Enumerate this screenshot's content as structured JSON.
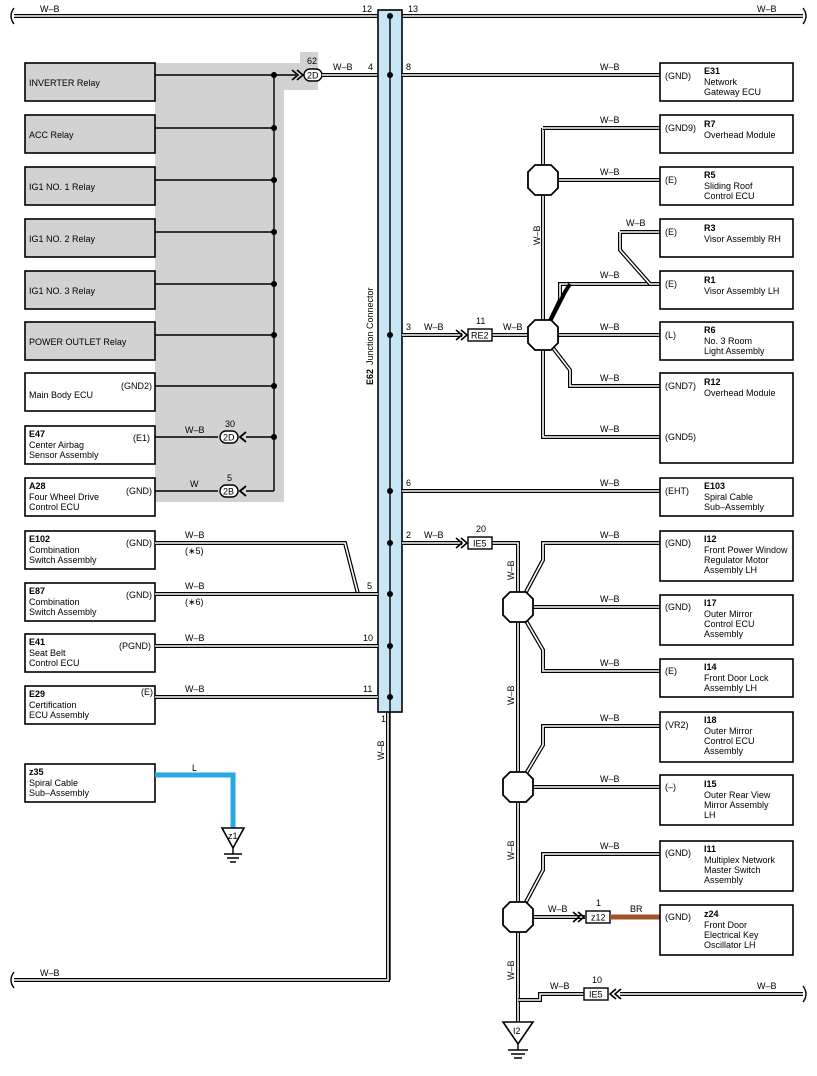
{
  "junction": {
    "id": "E62",
    "name": "Junction Connector"
  },
  "left_components": [
    {
      "label": "INVERTER Relay"
    },
    {
      "label": "ACC Relay"
    },
    {
      "label": "IG1 NO. 1 Relay"
    },
    {
      "label": "IG1 NO. 2 Relay"
    },
    {
      "label": "IG1 NO. 3 Relay"
    },
    {
      "label": "POWER OUTLET Relay"
    },
    {
      "label": "Main Body ECU",
      "pin": "(GND2)"
    },
    {
      "id": "E47",
      "l1": "Center Airbag",
      "l2": "Sensor Assembly",
      "pin": "(E1)"
    },
    {
      "id": "A28",
      "l1": "Four Wheel Drive",
      "l2": "Control ECU",
      "pin": "(GND)"
    },
    {
      "id": "E102",
      "l1": "Combination",
      "l2": "Switch Assembly",
      "pin": "(GND)"
    },
    {
      "id": "E87",
      "l1": "Combination",
      "l2": "Switch Assembly",
      "pin": "(GND)"
    },
    {
      "id": "E41",
      "l1": "Seat Belt",
      "l2": "Control ECU",
      "pin": "(PGND)"
    },
    {
      "id": "E29",
      "l1": "Certification",
      "l2": "ECU Assembly",
      "pin": "(E)"
    },
    {
      "id": "z35",
      "l1": "Spiral Cable",
      "l2": "Sub–Assembly"
    }
  ],
  "right_components": [
    {
      "id": "E31",
      "pin": "(GND)",
      "l1": "Network",
      "l2": "Gateway ECU",
      "l3": ""
    },
    {
      "id": "R7",
      "pin": "(GND9)",
      "l1": "Overhead Module",
      "l2": "",
      "l3": ""
    },
    {
      "id": "R5",
      "pin": "(E)",
      "l1": "Sliding Roof",
      "l2": "Control ECU",
      "l3": ""
    },
    {
      "id": "R3",
      "pin": "(E)",
      "l1": "Visor Assembly RH",
      "l2": "",
      "l3": ""
    },
    {
      "id": "R1",
      "pin": "(E)",
      "l1": "Visor Assembly LH",
      "l2": "",
      "l3": ""
    },
    {
      "id": "R6",
      "pin": "(L)",
      "l1": "No. 3 Room",
      "l2": "Light Assembly",
      "l3": ""
    },
    {
      "id": "R12",
      "pin": "(GND7)",
      "pin2": "(GND5)",
      "l1": "Overhead Module",
      "l2": "",
      "l3": ""
    },
    {
      "id": "E103",
      "pin": "(EHT)",
      "l1": "Spiral Cable",
      "l2": "Sub–Assembly",
      "l3": ""
    },
    {
      "id": "I12",
      "pin": "(GND)",
      "l1": "Front Power Window",
      "l2": "Regulator Motor",
      "l3": "Assembly LH"
    },
    {
      "id": "I17",
      "pin": "(GND)",
      "l1": "Outer Mirror",
      "l2": "Control ECU",
      "l3": "Assembly"
    },
    {
      "id": "I14",
      "pin": "(E)",
      "l1": "Front Door Lock",
      "l2": "Assembly LH",
      "l3": ""
    },
    {
      "id": "I18",
      "pin": "(VR2)",
      "l1": "Outer Mirror",
      "l2": "Control ECU",
      "l3": "Assembly"
    },
    {
      "id": "I15",
      "pin": "(–)",
      "l1": "Outer Rear View",
      "l2": "Mirror Assembly",
      "l3": "LH"
    },
    {
      "id": "I11",
      "pin": "(GND)",
      "l1": "Multiplex Network",
      "l2": "Master Switch",
      "l3": "Assembly"
    },
    {
      "id": "z24",
      "pin": "(GND)",
      "l1": "Front Door",
      "l2": "Electrical Key",
      "l3": "Oscillator LH"
    }
  ],
  "connectors": {
    "c2D_num": "62",
    "c2D": "2D",
    "c30": "30",
    "c2D_b": "2D",
    "c5": "5",
    "c2B": "2B",
    "cRE2_num": "11",
    "cRE2": "RE2",
    "cIE5_num": "20",
    "cIE5": "IE5",
    "cz12_num": "1",
    "cz12": "z12",
    "cIE5b_num": "10",
    "cIE5b": "IE5"
  },
  "grounds": {
    "z1": "z1",
    "I2": "I2"
  },
  "wire_colors": {
    "WB": "W–B",
    "W": "W",
    "L": "L",
    "BR": "BR"
  },
  "pins": {
    "p12": "12",
    "p13": "13",
    "p4": "4",
    "p8": "8",
    "p3": "3",
    "p6": "6",
    "p2": "2",
    "p5": "5",
    "p10": "10",
    "p11": "11",
    "p1": "1"
  },
  "notes": {
    "n5": "(∗5)",
    "n6": "(∗6)"
  },
  "colors": {
    "junction_fill": "#c6e6f6",
    "gray_zone": "#d2d2d2",
    "wire_L": "#2aa8e0",
    "wire_BR": "#a0522d"
  }
}
